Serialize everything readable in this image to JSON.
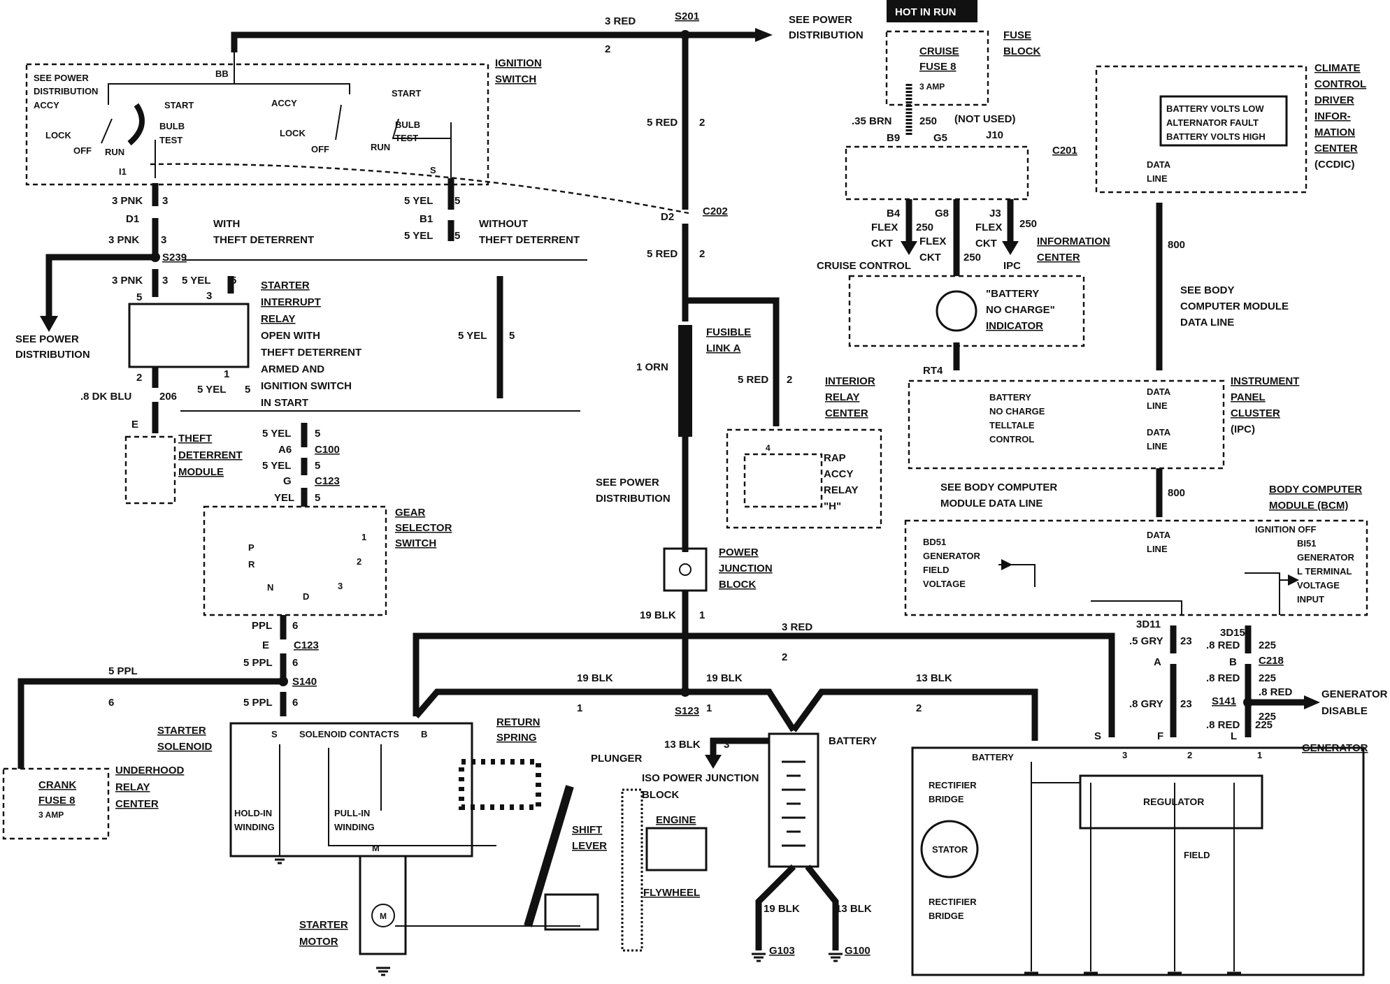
{
  "header": {
    "hot_in_run": "HOT IN RUN"
  },
  "labels": {
    "s201": "S201",
    "see_power_dist_top": "SEE POWER",
    "see_power_dist_top2": "DISTRIBUTION",
    "w3red_top": "3 RED",
    "w2_top": "2",
    "w5red_1": "5 RED",
    "w2_1": "2",
    "ign_title1": "IGNITION",
    "ign_title2": "SWITCH",
    "see_pd_ign1": "SEE POWER",
    "see_pd_ign2": "DISTRIBUTION",
    "accy1": "ACCY",
    "lock1": "LOCK",
    "off1": "OFF",
    "run1": "RUN",
    "start1": "START",
    "bulb1": "BULB",
    "test1": "TEST",
    "accy2": "ACCY",
    "lock2": "LOCK",
    "off2": "OFF",
    "run2": "RUN",
    "start2": "START",
    "bulb2": "BULB",
    "test2": "TEST",
    "bb": "BB",
    "i1": "I1",
    "s_term": "S",
    "w3pnk_a": "3 PNK",
    "w3_a": "3",
    "d1": "D1",
    "w3pnk_b": "3 PNK",
    "w3_b": "3",
    "s239": "S239",
    "w3pnk_c": "3 PNK",
    "w3_c": "3",
    "w5yel_a": "5 YEL",
    "w5_a": "5",
    "b1": "B1",
    "w5yel_b": "5 YEL",
    "w5_b": "5",
    "with_td1": "WITH",
    "with_td2": "THEFT DETERRENT",
    "without_td1": "WITHOUT",
    "without_td2": "THEFT DETERRENT",
    "d2": "D2",
    "c202": "C202",
    "w5red_2": "5 RED",
    "w2_2": "2",
    "see_pd_left1": "SEE POWER",
    "see_pd_left2": "DISTRIBUTION",
    "sir1": "STARTER",
    "sir2": "INTERRUPT",
    "sir3": "RELAY",
    "sir4": "OPEN WITH",
    "sir5": "THEFT DETERRENT",
    "sir6": "ARMED AND",
    "sir7": "IGNITION SWITCH",
    "sir8": "IN START",
    "w5yel_c": "5 YEL",
    "w5_c": "5",
    "t5": "5",
    "t3": "3",
    "t2": "2",
    "t1": "1",
    "w5yel_d": "5 YEL",
    "w5_d": "5",
    "w5yel_e": "5 YEL",
    "w5_e": "5",
    "w8dkblu": ".8 DK BLU",
    "w206": "206",
    "e_term": "E",
    "tdm1": "THEFT",
    "tdm2": "DETERRENT",
    "tdm3": "MODULE",
    "w5yel_f": "5 YEL",
    "w5_f": "5",
    "a6": "A6",
    "c100": "C100",
    "w5yel_g": "5 YEL",
    "w5_g": "5",
    "g_term": "G",
    "c123a": "C123",
    "yel": "YEL",
    "w5_h": "5",
    "gss1": "GEAR",
    "gss2": "SELECTOR",
    "gss3": "SWITCH",
    "p": "P",
    "r": "R",
    "n": "N",
    "d": "D",
    "g3": "3",
    "g2": "2",
    "g1": "1",
    "ppl": "PPL",
    "w6_a": "6",
    "e_c": "E",
    "c123b": "C123",
    "w5ppl_a": "5 PPL",
    "w6_b": "6",
    "s140": "S140",
    "w5ppl_b": "5 PPL",
    "w6_c": "6",
    "w5ppl_top": "5 PPL",
    "w6_top": "6",
    "urc1": "UNDERHOOD",
    "urc2": "RELAY",
    "urc3": "CENTER",
    "crank1": "CRANK",
    "crank2": "FUSE 8",
    "crank3": "3 AMP",
    "ss1": "STARTER",
    "ss2": "SOLENOID",
    "sol_contacts": "SOLENOID CONTACTS",
    "s_sol": "S",
    "b_sol": "B",
    "m_sol": "M",
    "hold1": "HOLD-IN",
    "hold2": "WINDING",
    "pull1": "PULL-IN",
    "pull2": "WINDING",
    "ret1": "RETURN",
    "ret2": "SPRING",
    "plunger": "PLUNGER",
    "shift1": "SHIFT",
    "shift2": "LEVER",
    "engine": "ENGINE",
    "flywheel": "FLYWHEEL",
    "sm1": "STARTER",
    "sm2": "MOTOR",
    "motor_m": "M",
    "w1orn": "1 ORN",
    "fl1": "FUSIBLE",
    "fl2": "LINK A",
    "see_pd_mid1": "SEE POWER",
    "see_pd_mid2": "DISTRIBUTION",
    "pjb1": "POWER",
    "pjb2": "JUNCTION",
    "pjb3": "BLOCK",
    "w19blk_a": "19 BLK",
    "w1_a": "1",
    "w3red_mid": "3 RED",
    "w2_mid": "2",
    "w19blk_b": "19 BLK",
    "w1_b": "1",
    "w19blk_c": "19 BLK",
    "w1_c": "1",
    "s123": "S123",
    "w13blk_a": "13 BLK",
    "w2_c": "2",
    "w13blk_b": "13 BLK",
    "w3_d": "3",
    "iso1": "ISO POWER JUNCTION",
    "iso2": "BLOCK",
    "battery": "BATTERY",
    "w19blk_d": "19 BLK",
    "w13blk_c": "13 BLK",
    "g103": "G103",
    "g100": "G100",
    "w5red_3": "5 RED",
    "w2_3": "2",
    "irc1": "INTERIOR",
    "irc2": "RELAY",
    "irc3": "CENTER",
    "rap1": "RAP",
    "rap2": "ACCY",
    "rap3": "RELAY",
    "rap4": "\"H\"",
    "rap_4": "4",
    "cruise1": "CRUISE",
    "cruise2": "FUSE 8",
    "cruise3": "3 AMP",
    "fb1": "FUSE",
    "fb2": "BLOCK",
    "w35brn": ".35 BRN",
    "w250_a": "250",
    "not_used": "(NOT USED)",
    "b9": "B9",
    "g5": "G5",
    "j10": "J10",
    "c201": "C201",
    "b4": "B4",
    "g8": "G8",
    "j3": "J3",
    "flex1": "FLEX",
    "ckt1": "CKT",
    "w250_b": "250",
    "flex2": "FLEX",
    "ckt2": "CKT",
    "w250_c": "250",
    "flex3": "FLEX",
    "ckt3": "CKT",
    "w250_d": "250",
    "cruise_control": "CRUISE CONTROL",
    "ipc_lbl": "IPC",
    "ic1": "INFORMATION",
    "ic2": "CENTER",
    "bnc1": "\"BATTERY",
    "bnc2": "NO CHARGE\"",
    "bnc3": "INDICATOR",
    "rt4": "RT4",
    "bt1": "BATTERY",
    "bt2": "NO CHARGE",
    "bt3": "TELLTALE",
    "bt4": "CONTROL",
    "dl1": "DATA",
    "dl2": "LINE",
    "dl3": "DATA",
    "dl4": "LINE",
    "ipc1": "INSTRUMENT",
    "ipc2": "PANEL",
    "ipc3": "CLUSTER",
    "ipc4": "(IPC)",
    "ccdic1": "CLIMATE",
    "ccdic2": "CONTROL",
    "ccdic3": "DRIVER",
    "ccdic4": "INFOR-",
    "ccdic5": "MATION",
    "ccdic6": "CENTER",
    "ccdic7": "(CCDIC)",
    "msg1": "BATTERY VOLTS LOW",
    "msg2": "ALTERNATOR FAULT",
    "msg3": "BATTERY VOLTS HIGH",
    "dl5": "DATA",
    "dl6": "LINE",
    "w800_a": "800",
    "see_bcm1": "SEE BODY",
    "see_bcm2": "COMPUTER MODULE",
    "see_bcm3": "DATA LINE",
    "w800_b": "800",
    "see_bcm4": "SEE BODY COMPUTER",
    "see_bcm5": "MODULE DATA LINE",
    "bcm1": "BODY COMPUTER",
    "bcm2": "MODULE (BCM)",
    "dl7": "DATA",
    "dl8": "LINE",
    "bd51a": "BD51",
    "bd51b": "GENERATOR",
    "bd51c": "FIELD",
    "bd51d": "VOLTAGE",
    "ign_off": "IGNITION OFF",
    "bi51a": "BI51",
    "bi51b": "GENERATOR",
    "bi51c": "L TERMINAL",
    "bi51d": "VOLTAGE",
    "bi51e": "INPUT",
    "d3d11": "3D11",
    "w5gry": ".5 GRY",
    "w23_a": "23",
    "d3d15": "3D15",
    "w8red_a": ".8 RED",
    "w225_a": "225",
    "a_c": "A",
    "b_c": "B",
    "c218": "C218",
    "w8red_b": ".8 RED",
    "w225_b": "225",
    "w8gry": ".8 GRY",
    "w23_b": "23",
    "s141": "S141",
    "w8red_c": ".8 RED",
    "w225_c": "225",
    "w8red_d": ".8 RED",
    "w225_d": "225",
    "gd1": "GENERATOR",
    "gd2": "DISABLE",
    "gen": "GENERATOR",
    "gen_s": "S",
    "gen_f": "F",
    "gen_l": "L",
    "gen3": "3",
    "gen2": "2",
    "gen1": "1",
    "gen_batt": "BATTERY",
    "rect1a": "RECTIFIER",
    "rect1b": "BRIDGE",
    "rect2a": "RECTIFIER",
    "rect2b": "BRIDGE",
    "stator": "STATOR",
    "regulator": "REGULATOR",
    "field": "FIELD"
  }
}
